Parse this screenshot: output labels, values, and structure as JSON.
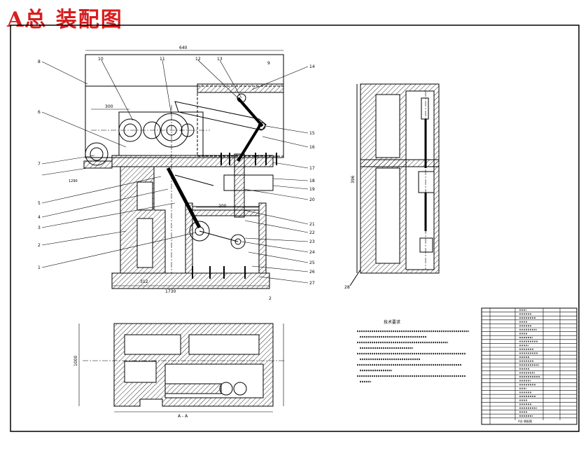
{
  "title": "A总 装配图",
  "section_label": "A - A",
  "callouts_left": [
    "8",
    "6",
    "7",
    "5",
    "4",
    "3",
    "2",
    "1"
  ],
  "callouts_right": [
    "14",
    "15",
    "16",
    "17",
    "18",
    "19",
    "20",
    "21",
    "22",
    "23",
    "24",
    "25",
    "26",
    "27"
  ],
  "callouts_top": [
    "10",
    "11",
    "12",
    "13",
    "9"
  ],
  "callout_side": "28",
  "dims_front": [
    "1730",
    "1290",
    "640",
    "300",
    "312",
    "200",
    "2"
  ],
  "dim_section": "396",
  "dim_plan": "1000",
  "notes_heading": "技术要求",
  "title_block_text": "A总 装配图"
}
